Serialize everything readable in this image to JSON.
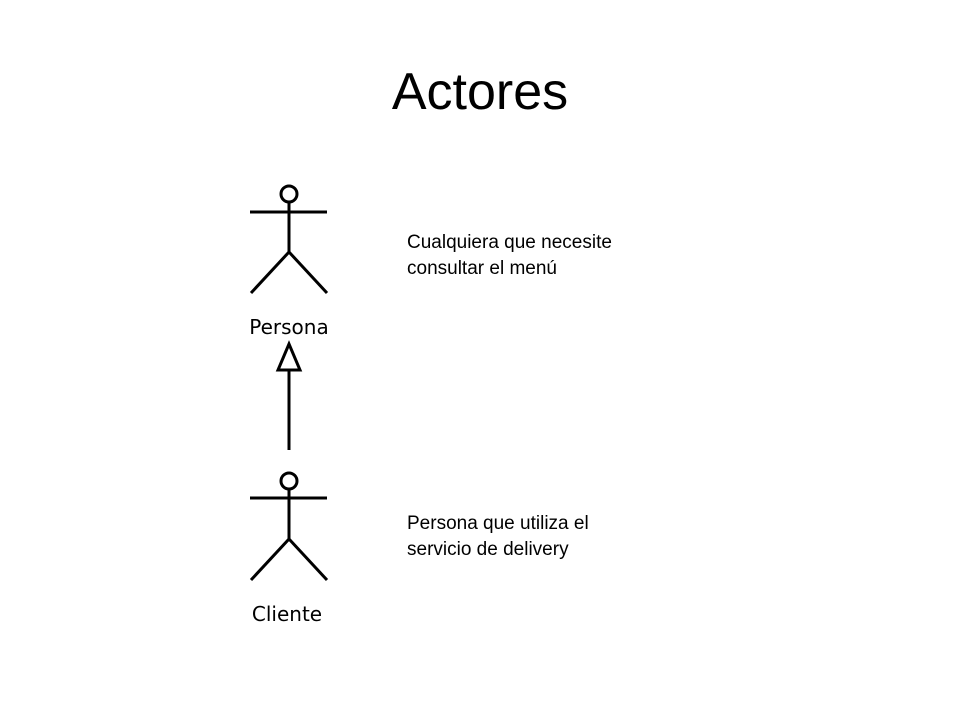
{
  "slide": {
    "title": "Actores"
  },
  "actors": [
    {
      "label": "Persona",
      "description_lines": [
        "Cualquiera que necesite",
        "consultar el menú"
      ]
    },
    {
      "label": "Cliente",
      "description_lines": [
        "Persona que utiliza el",
        "servicio de delivery"
      ]
    }
  ],
  "relationship": {
    "type": "generalization"
  }
}
